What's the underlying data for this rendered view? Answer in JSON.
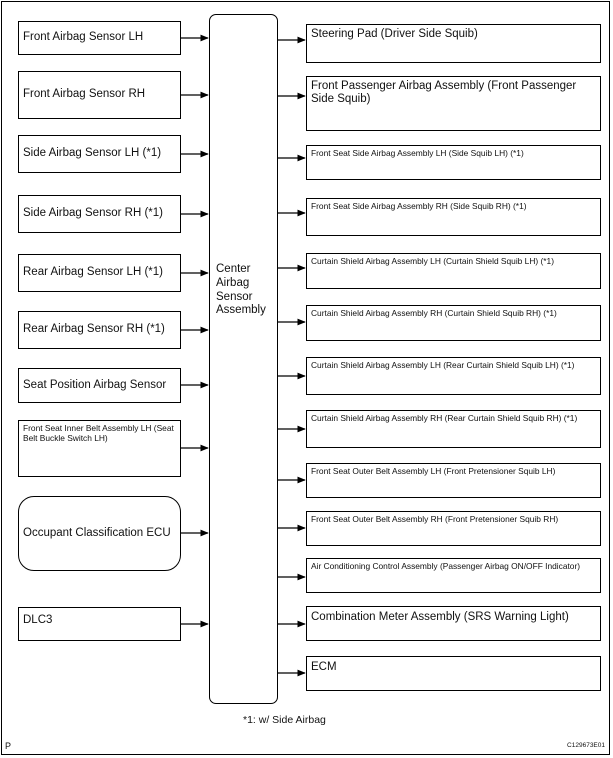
{
  "inputs": [
    {
      "label": "Front Airbag Sensor LH"
    },
    {
      "label": "Front Airbag Sensor RH"
    },
    {
      "label": "Side Airbag Sensor LH (*1)"
    },
    {
      "label": "Side Airbag Sensor RH (*1)"
    },
    {
      "label": "Rear Airbag Sensor LH (*1)"
    },
    {
      "label": "Rear Airbag Sensor RH (*1)"
    },
    {
      "label": "Seat Position Airbag Sensor"
    },
    {
      "label": "Front Seat Inner Belt Assembly LH (Seat Belt Buckle Switch LH)"
    },
    {
      "label": "Occupant Classification ECU"
    },
    {
      "label": "DLC3"
    }
  ],
  "center": {
    "label": "Center Airbag Sensor Assembly"
  },
  "outputs": [
    {
      "label": "Steering Pad (Driver Side Squib)"
    },
    {
      "label": "Front Passenger Airbag Assembly (Front Passenger Side Squib)"
    },
    {
      "label": "Front Seat Side Airbag Assembly LH (Side Squib LH) (*1)"
    },
    {
      "label": "Front Seat Side Airbag Assembly RH (Side Squib RH) (*1)"
    },
    {
      "label": "Curtain Shield Airbag Assembly LH (Curtain Shield Squib LH) (*1)"
    },
    {
      "label": "Curtain Shield Airbag Assembly RH (Curtain Shield Squib RH) (*1)"
    },
    {
      "label": "Curtain Shield Airbag Assembly LH (Rear Curtain Shield Squib LH) (*1)"
    },
    {
      "label": "Curtain Shield Airbag Assembly RH (Rear Curtain Shield Squib RH) (*1)"
    },
    {
      "label": "Front Seat Outer Belt Assembly LH (Front Pretensioner Squib LH)"
    },
    {
      "label": "Front Seat Outer Belt Assembly RH (Front Pretensioner Squib RH)"
    },
    {
      "label": "Air Conditioning Control Assembly (Passenger Airbag ON/OFF Indicator)"
    },
    {
      "label": "Combination Meter Assembly (SRS Warning Light)"
    },
    {
      "label": "ECM"
    }
  ],
  "footnote": "*1: w/ Side Airbag",
  "page_mark": "P",
  "figure_code": "C129673E01"
}
